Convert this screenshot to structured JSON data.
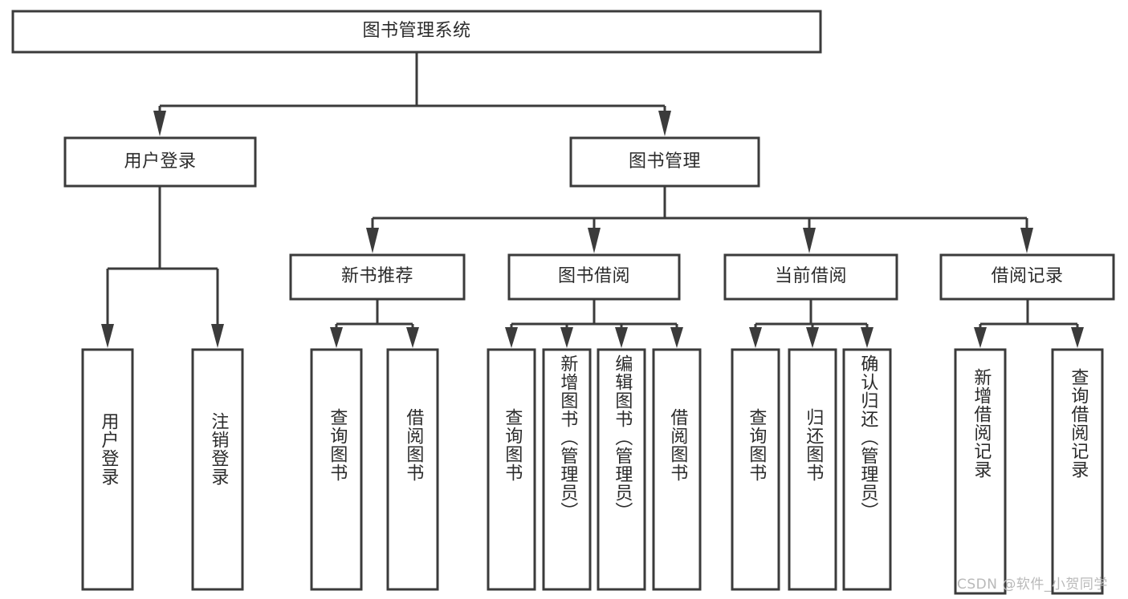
{
  "diagram": {
    "type": "tree-hierarchy",
    "orientation": "top-down",
    "root": {
      "label": "图书管理系统"
    },
    "level2": [
      {
        "label": "用户登录"
      },
      {
        "label": "图书管理"
      }
    ],
    "level3": [
      {
        "label": "新书推荐",
        "parent": "图书管理"
      },
      {
        "label": "图书借阅",
        "parent": "图书管理"
      },
      {
        "label": "当前借阅",
        "parent": "图书管理"
      },
      {
        "label": "借阅记录",
        "parent": "图书管理"
      }
    ],
    "leaves": [
      {
        "label": "用户登录",
        "parent": "用户登录"
      },
      {
        "label": "注销登录",
        "parent": "用户登录"
      },
      {
        "label": "查询图书",
        "parent": "新书推荐"
      },
      {
        "label": "借阅图书",
        "parent": "新书推荐"
      },
      {
        "label": "查询图书",
        "parent": "图书借阅"
      },
      {
        "label": "新增图书（管理员）",
        "parent": "图书借阅"
      },
      {
        "label": "编辑图书（管理员）",
        "parent": "图书借阅"
      },
      {
        "label": "借阅图书",
        "parent": "图书借阅"
      },
      {
        "label": "查询图书",
        "parent": "当前借阅"
      },
      {
        "label": "归还图书",
        "parent": "当前借阅"
      },
      {
        "label": "确认归还（管理员）",
        "parent": "当前借阅"
      },
      {
        "label": "新增借阅记录",
        "parent": "借阅记录"
      },
      {
        "label": "查询借阅记录",
        "parent": "借阅记录"
      }
    ],
    "colors": {
      "box_stroke": "#3b3b3b",
      "box_fill": "#ffffff",
      "connector": "#3b3b3b",
      "text": "#2b2b2b",
      "background": "#ffffff",
      "watermark": "#b9b9b9"
    }
  },
  "watermark": {
    "text": "CSDN @软件_小贺同学"
  }
}
